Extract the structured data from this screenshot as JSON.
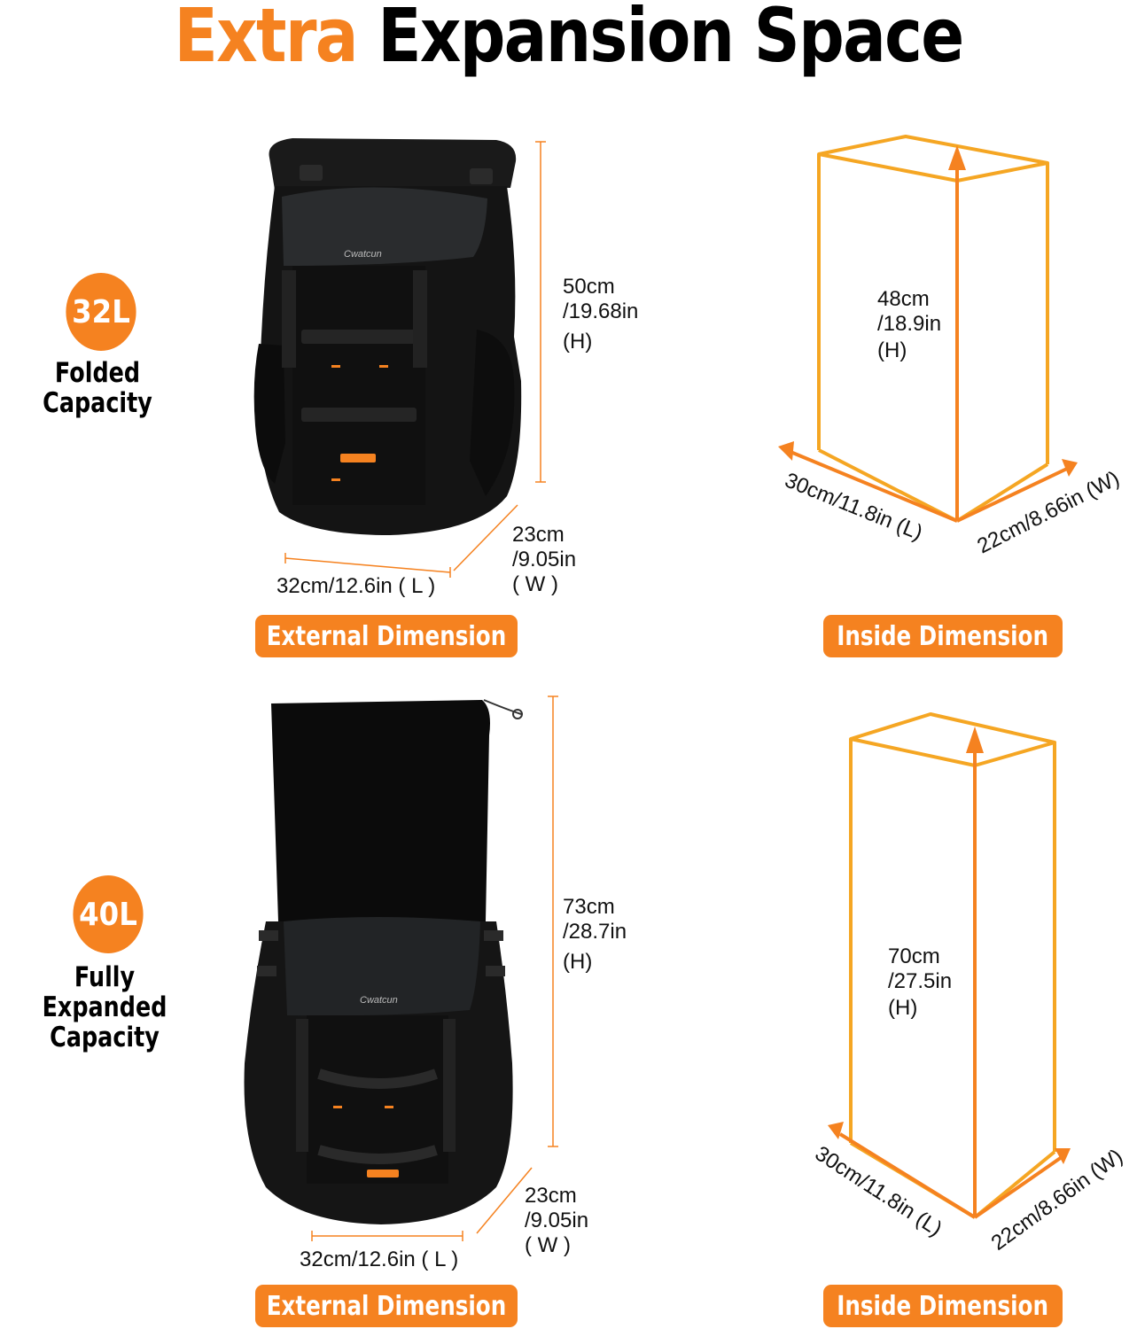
{
  "title": {
    "accent": "Extra",
    "rest": "Expansion Space"
  },
  "sections": [
    {
      "capacity": "32L",
      "capacity_label": "Folded Capacity",
      "external": {
        "height": [
          "50cm",
          "/19.68in",
          "(H)"
        ],
        "width": [
          "23cm",
          "/9.05in",
          "( W )"
        ],
        "length": "32cm/12.6in ( L )",
        "label": "External Dimension"
      },
      "inside": {
        "height": [
          "48cm",
          "/18.9in",
          "(H)"
        ],
        "length": "30cm/11.8in (L)",
        "width": "22cm/8.66in (W)",
        "label": "Inside Dimension"
      },
      "logo": "Cwatcun"
    },
    {
      "capacity": "40L",
      "capacity_label": [
        "Fully Expanded",
        "Capacity"
      ],
      "external": {
        "height": [
          "73cm",
          "/28.7in",
          "(H)"
        ],
        "width": [
          "23cm",
          "/9.05in",
          "( W )"
        ],
        "length": "32cm/12.6in ( L )",
        "label": "External Dimension"
      },
      "inside": {
        "height": [
          "70cm",
          "/27.5in",
          "(H)"
        ],
        "length": "30cm/11.8in (L)",
        "width": "22cm/8.66in (W)",
        "label": "Inside Dimension"
      },
      "logo": "Cwatcun"
    }
  ],
  "colors": {
    "accent": "#f58220",
    "box": "#f5a623",
    "bag": "#141414"
  }
}
